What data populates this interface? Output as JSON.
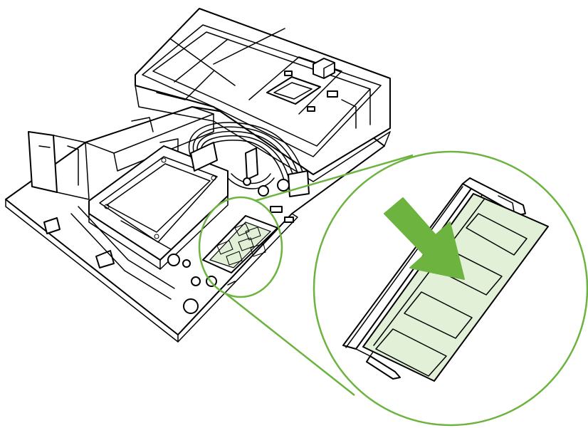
{
  "figure": {
    "accent_color": "#6cb33f",
    "module_fill": "#e1f0d6",
    "line_color": "#000000",
    "background": "#ffffff",
    "icons": [
      "formatter-board-illustration",
      "memory-slot-zoom-callout",
      "insert-direction-arrow"
    ]
  }
}
